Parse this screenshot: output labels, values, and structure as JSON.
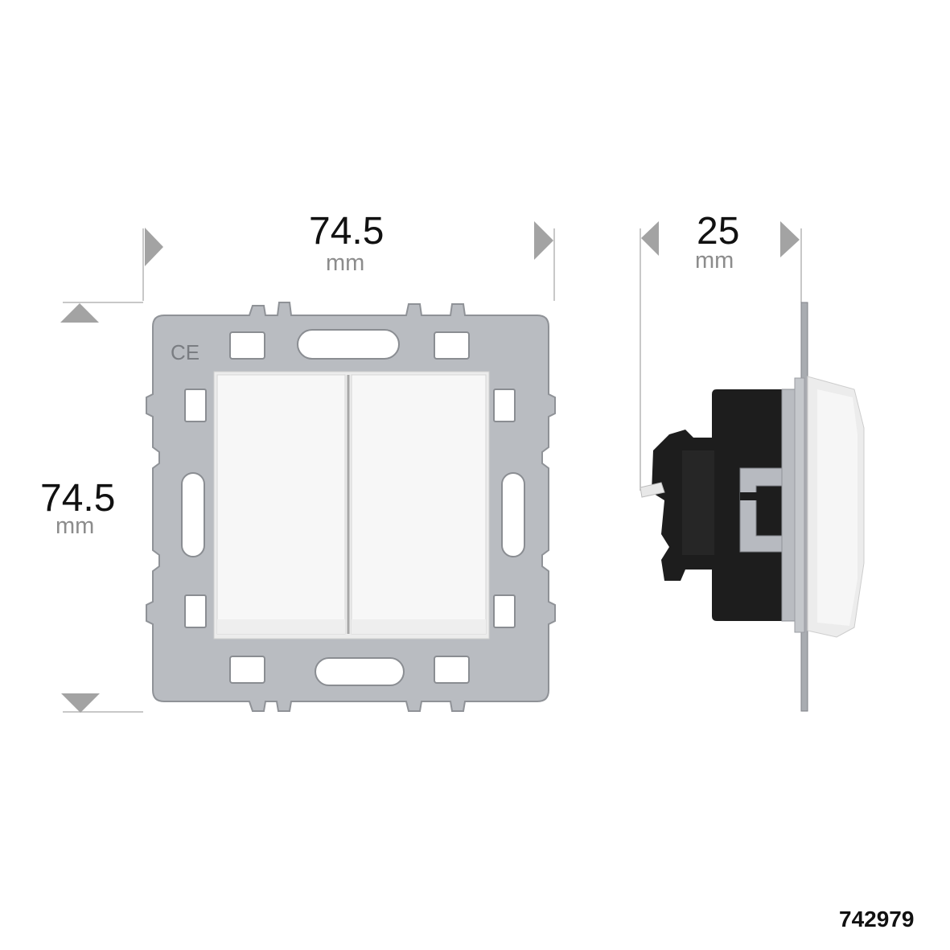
{
  "dimensions": {
    "front_width": {
      "value": "74.5",
      "unit": "mm"
    },
    "front_height": {
      "value": "74.5",
      "unit": "mm"
    },
    "side_depth": {
      "value": "25",
      "unit": "mm"
    }
  },
  "product_reference": "742979",
  "markings": {
    "plate_mark": "CE"
  },
  "colors": {
    "arrow": "#a3a3a3",
    "guide_line": "#b5b5b5",
    "plate": "#b9bcc1",
    "rocker": "#f7f7f7",
    "mechanism": "#1d1d1d"
  },
  "icons": [
    "dimension-arrow-icon",
    "ce-mark-icon"
  ]
}
